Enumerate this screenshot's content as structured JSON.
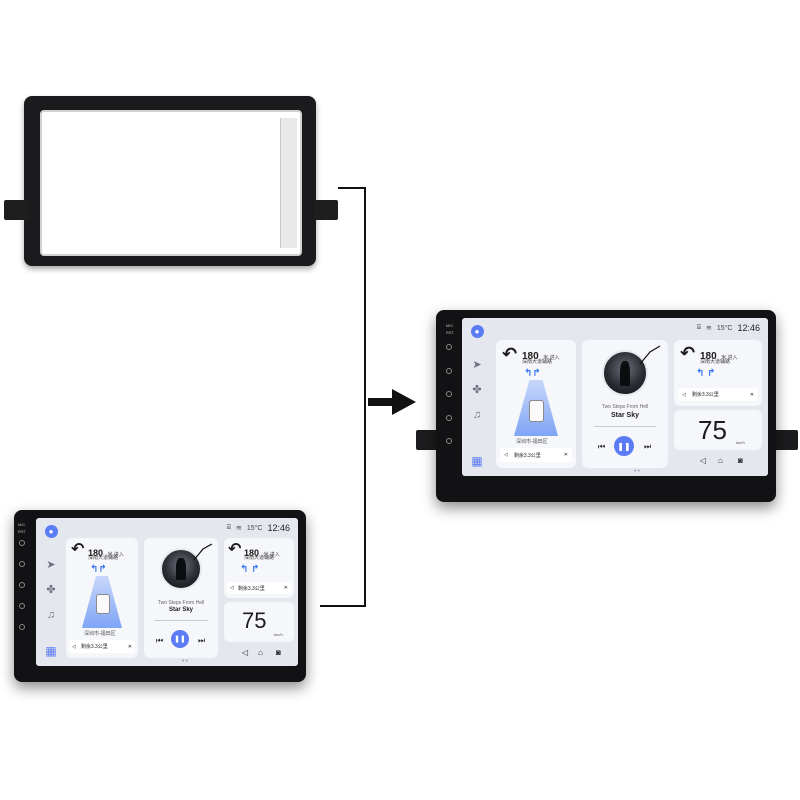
{
  "top_device": {
    "time": "12:46",
    "temp": "15°C",
    "mic_label": "MIC",
    "rst_label": "RST",
    "nav": {
      "distance": "180",
      "distance_unit": "米 进入",
      "road": "深南大道辅路",
      "location": "深圳市-福田区",
      "remaining": "剩余3.3公里"
    },
    "music": {
      "artist": "Two Steps From Hell",
      "title": "Star Sky"
    },
    "nav2": {
      "distance": "180",
      "distance_unit": "米 进入",
      "road": "深南大道辅路",
      "remaining": "剩余3.3公里"
    },
    "speed": "75",
    "speed_unit": "km/h"
  },
  "bottom_device": {
    "time": "12:46",
    "temp": "15°C",
    "mic_label": "MIC",
    "rst_label": "RST",
    "nav": {
      "distance": "180",
      "distance_unit": "米 进入",
      "road": "深南大道辅路",
      "location": "深圳市-福田区",
      "remaining": "剩余3.3公里"
    },
    "music": {
      "artist": "Two Steps From Hell",
      "title": "Star Sky"
    },
    "nav2": {
      "distance": "180",
      "distance_unit": "米 进入",
      "road": "深南大道辅路",
      "remaining": "剩余3.3公里"
    },
    "speed": "75",
    "speed_unit": "km/h"
  },
  "icons": {
    "assistant": "assistant-icon",
    "navigation": "navigation-arrow-icon",
    "fan": "fan-icon",
    "music": "music-note-icon",
    "apps": "apps-grid-icon",
    "play_pause": "pause-icon",
    "prev": "previous-icon",
    "next": "next-icon",
    "home": "home-icon",
    "camera": "camera-icon"
  },
  "colors": {
    "accent": "#5b7cf4",
    "lane_blue": "#3a78f2",
    "screen_bg": "#e4e7ee",
    "shell": "#121214"
  }
}
